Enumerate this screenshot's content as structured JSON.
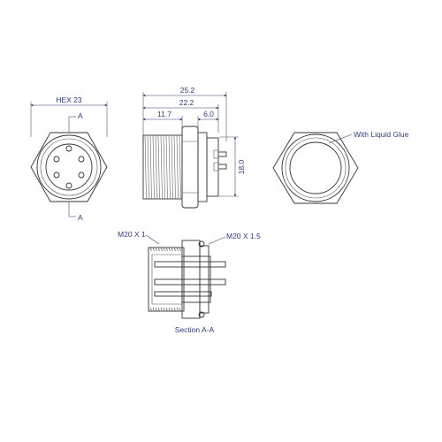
{
  "labels": {
    "hex": "HEX 23",
    "section_marker_top": "A",
    "section_marker_bottom": "A",
    "dim_overall": "25.2",
    "dim_body": "22.2",
    "dim_thread": "11.7",
    "dim_flange": "6.0",
    "dim_height": "18.0",
    "glue_note": "With Liquid Glue",
    "thread_left": "M20 X 1",
    "thread_right": "M20 X 1.5",
    "section_title": "Section A-A"
  },
  "colors": {
    "line": "#333333",
    "dimension": "#2b3a8f",
    "fill_light": "#eeeeee",
    "fill_mid": "#cccccc"
  }
}
